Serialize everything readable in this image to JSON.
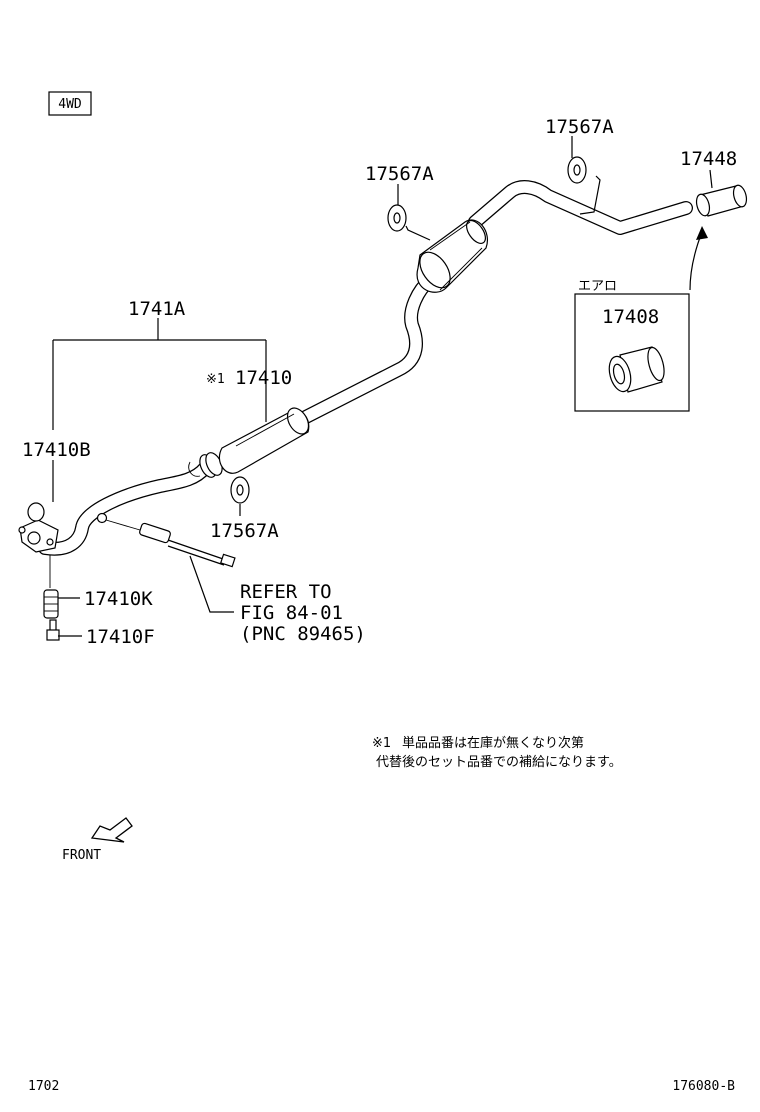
{
  "badge": "4WD",
  "labels": {
    "hanger_top": "17567A",
    "hanger_mid": "17567A",
    "hanger_low": "17567A",
    "tail_tip": "17448",
    "assy": "1741A",
    "center_pipe_mark": "※1",
    "center_pipe": "17410",
    "gasket": "17410B",
    "spring": "17410K",
    "bolt": "17410F",
    "sensor_ref_1": "REFER TO",
    "sensor_ref_2": "FIG 84-01",
    "sensor_ref_3": "(PNC 89465)",
    "option_title": "エアロ",
    "option_part": "17408"
  },
  "note": {
    "mark": "※1",
    "line1": "単品品番は在庫が無くなり次第",
    "line2": "代替後のセット品番での補給になります。"
  },
  "front_label": "FRONT",
  "footer": {
    "left": "1702",
    "right": "176080-B"
  }
}
